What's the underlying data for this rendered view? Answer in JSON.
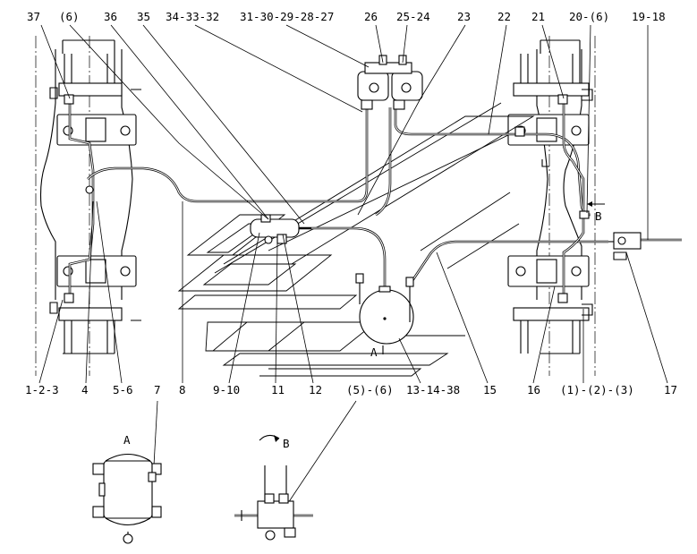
{
  "callouts_top": [
    "37",
    "(6)",
    "36",
    "35",
    "34-33-32",
    "31-30-29-28-27",
    "26",
    "25-24",
    "23",
    "22",
    "21",
    "20-(6)",
    "19-18"
  ],
  "callouts_bottom": [
    "1-2-3",
    "4",
    "5-6",
    "7",
    "8",
    "9-10",
    "11",
    "12",
    "(5)-(6)",
    "13-14-38",
    "15",
    "16",
    "(1)-(2)-(3)",
    "17"
  ],
  "view_labels": {
    "view_a": "A",
    "view_b": "B",
    "section_a_marker": "A",
    "arrow_b_marker": "B"
  }
}
